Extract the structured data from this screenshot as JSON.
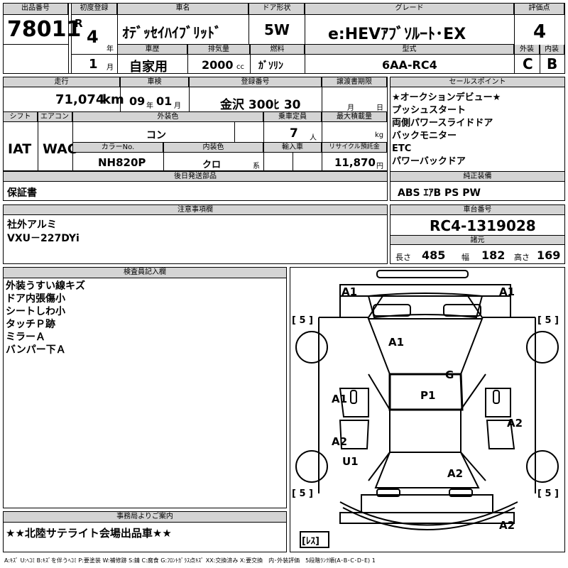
{
  "header": {
    "lot_no_label": "出品番号",
    "lot_no": "78011",
    "first_reg_label": "初度登録",
    "era": "R",
    "year": "4",
    "year_unit": "年",
    "month": "1",
    "month_unit": "月",
    "name_label": "車名",
    "name": "ｵﾃﾞｯｾｲﾊｲﾌﾞﾘｯﾄﾞ",
    "door_label": "ドア形状",
    "door": "5W",
    "grade_label": "グレード",
    "grade": "e:HEVｱﾌﾞｿﾙｰﾄ･EX",
    "score_label": "評価点",
    "score": "4",
    "history_label": "車歴",
    "history": "自家用",
    "displacement_label": "排気量",
    "displacement": "2000",
    "displacement_unit": "cc",
    "fuel_label": "燃料",
    "fuel": "ｶﾞｿﾘﾝ",
    "model_label": "型式",
    "model": "6AA-RC4",
    "exterior_label": "外装",
    "exterior": "C",
    "interior_label": "内装",
    "interior": "B"
  },
  "row2": {
    "mileage_label": "走行",
    "mileage": "71,074",
    "mileage_unit": "km",
    "inspection_label": "車検",
    "insp_year": "09",
    "insp_year_unit": "年",
    "insp_month": "01",
    "insp_month_unit": "月",
    "reg_no_label": "登録番号",
    "reg_no": "金沢 300ﾋ 30",
    "transfer_label": "譲渡書期限",
    "transfer_month_unit": "月",
    "transfer_day_unit": "日",
    "shift_label": "シフト",
    "shift": "IAT",
    "ac_label": "エアコン",
    "ac": "WAC",
    "ext_color_label": "外装色",
    "ext_color": "コン",
    "capacity_label": "乗車定員",
    "capacity": "7",
    "capacity_unit": "人",
    "max_load_label": "最大積載量",
    "max_load_unit": "kg",
    "color_no_label": "カラーNo.",
    "color_no": "NH820P",
    "int_color_label": "内装色",
    "int_color": "クロ",
    "int_color_unit": "系",
    "import_label": "輸入車",
    "recycle_label": "リサイクル預託金",
    "recycle": "11,870",
    "recycle_unit": "円"
  },
  "sales_points": {
    "label": "セールスポイント",
    "items": [
      "★オークションデビュー★",
      "プッシュスタート",
      "両側パワースライドドア",
      "バックモニター",
      "ETC",
      "パワーバックドア"
    ]
  },
  "later_parts": {
    "label": "後日発送部品",
    "value": "保証書"
  },
  "genuine_equipment": {
    "label": "純正装備",
    "value": "ABS ｴｱB PS PW"
  },
  "notes": {
    "label": "注意事項欄",
    "lines": [
      "社外アルミ",
      "VXU－227DYi"
    ]
  },
  "chassis": {
    "label": "車台番号",
    "value": "RC4-1319028"
  },
  "specs": {
    "label": "諸元",
    "length_label": "長さ",
    "length": "485",
    "width_label": "幅",
    "width": "182",
    "height_label": "高さ",
    "height": "169"
  },
  "inspector": {
    "label": "検査員記入欄",
    "lines": [
      "外装うすい線キズ",
      "ドア内張傷小",
      "シートしわ小",
      "タッチＰ跡",
      "ミラーＡ",
      "バンパー下Ａ"
    ]
  },
  "office": {
    "label": "事務局よりご案内",
    "value": "★★北陸サテライト会場出品車★★"
  },
  "diagram": {
    "marks": [
      "A1",
      "A1",
      "A1",
      "G",
      "A1",
      "P1",
      "A2",
      "A2",
      "U1",
      "A2",
      "A2"
    ],
    "tire_marks": [
      "[ 5 ]",
      "[ 5 ]",
      "[ 5 ]",
      "[ 5 ]"
    ],
    "spare": "[ﾚｽ]"
  },
  "legend": "A:ｷｽﾞ U:ﾍｺﾐ B:ｷｽﾞを伴うﾍｺﾐ P:要塗装 W:補修跡 S:錆 C:腐食 G:ﾌﾛﾝﾄｶﾞﾗｽ点ｷｽﾞ XX:交換済み X:要交換　内･外装評価　5段階ﾗﾝｸ順(A･B･C･D･E) 1"
}
